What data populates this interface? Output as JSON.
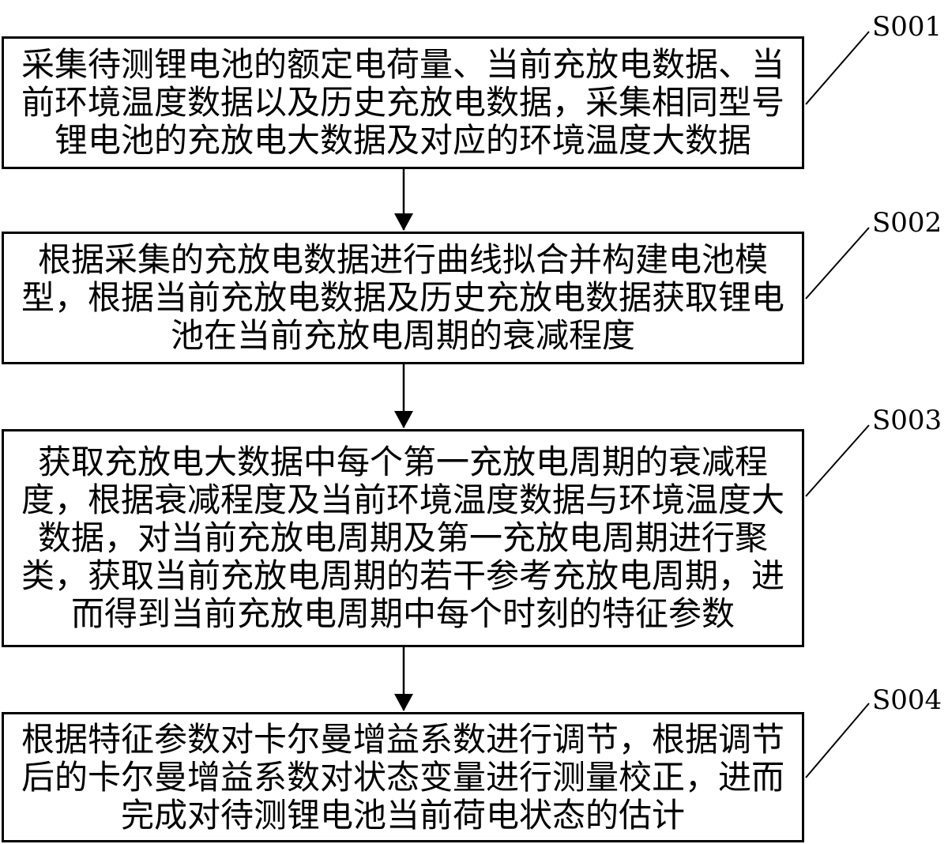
{
  "diagram": {
    "steps": [
      {
        "label": "S001",
        "text": "采集待测锂电池的额定电荷量、当前充放电数据、当前环境温度数据以及历史充放电数据，采集相同型号锂电池的充放电大数据及对应的环境温度大数据"
      },
      {
        "label": "S002",
        "text": "根据采集的充放电数据进行曲线拟合并构建电池模型，根据当前充放电数据及历史充放电数据获取锂电池在当前充放电周期的衰减程度"
      },
      {
        "label": "S003",
        "text": "获取充放电大数据中每个第一充放电周期的衰减程度，根据衰减程度及当前环境温度数据与环境温度大数据，对当前充放电周期及第一充放电周期进行聚类，获取当前充放电周期的若干参考充放电周期，进而得到当前充放电周期中每个时刻的特征参数"
      },
      {
        "label": "S004",
        "text": "根据特征参数对卡尔曼增益系数进行调节，根据调节后的卡尔曼增益系数对状态变量进行测量校正，进而完成对待测锂电池当前荷电状态的估计"
      }
    ]
  }
}
